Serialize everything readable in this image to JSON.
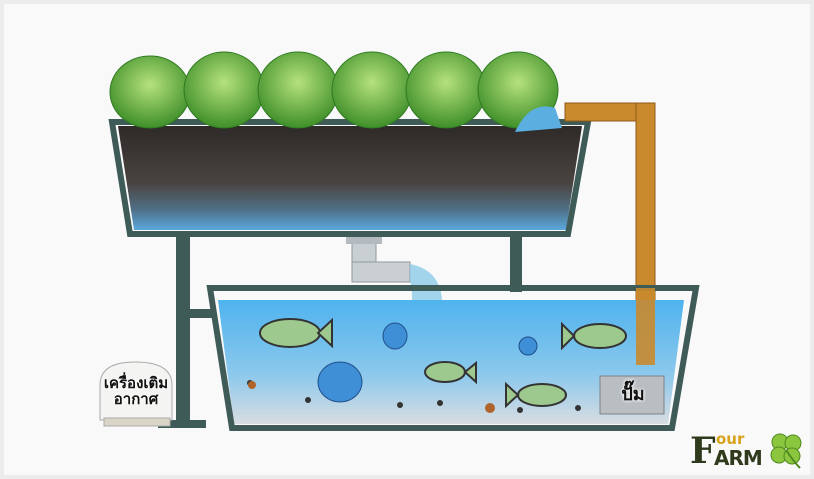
{
  "labels": {
    "air_pump": "เครื่องเติม อากาศ",
    "pump": "ปั๊ม"
  },
  "logo": {
    "prefix": "F",
    "small": "our",
    "rest": "ARM",
    "full": "Four FARM"
  },
  "colors": {
    "frame": "#3f5b58",
    "pipe": "#c98a2e",
    "water": "#6fc0ec",
    "soil": "#3d3430",
    "lettuce": "#5aa53a"
  }
}
